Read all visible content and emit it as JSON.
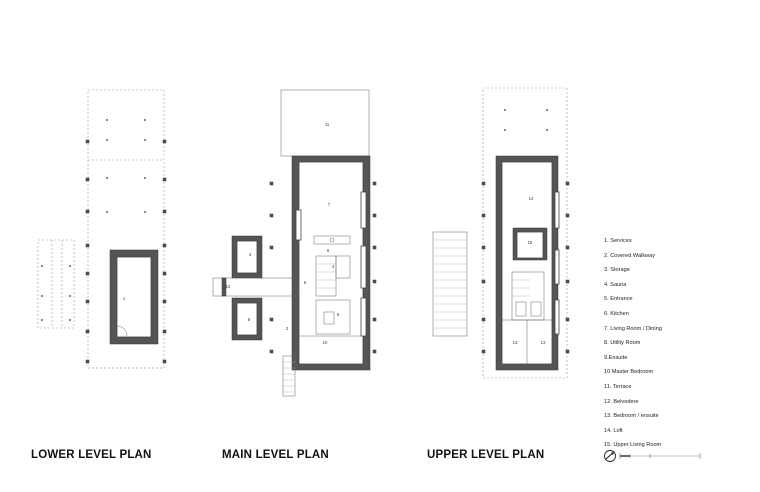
{
  "plans": {
    "lower": {
      "title": "LOWER LEVEL PLAN",
      "rooms": [
        {
          "num": "1"
        }
      ]
    },
    "main": {
      "title": "MAIN LEVEL PLAN",
      "rooms": [
        {
          "num": "11"
        },
        {
          "num": "7"
        },
        {
          "num": "6"
        },
        {
          "num": "4"
        },
        {
          "num": "3"
        },
        {
          "num": "5"
        },
        {
          "num": "2"
        },
        {
          "num": "8"
        },
        {
          "num": "9"
        },
        {
          "num": "10"
        },
        {
          "num": "12"
        }
      ]
    },
    "upper": {
      "title": "UPPER LEVEL PLAN",
      "rooms": [
        {
          "num": "14"
        },
        {
          "num": "15"
        },
        {
          "num": "13"
        },
        {
          "num": "13"
        }
      ]
    }
  },
  "legend": [
    "1. Services",
    "2. Covered Walkway",
    "3. Storage",
    "4. Sauna",
    "5. Entrance",
    "6. Kitchen",
    "7. Living Room / Dining",
    "8. Utility Room",
    "9.Ensuite",
    "10 Master Bedroom",
    "11. Terrace",
    "12. Belvedere",
    "13. Bedroom / ensuite",
    "14. Loft",
    "15. Upper Living Room"
  ]
}
